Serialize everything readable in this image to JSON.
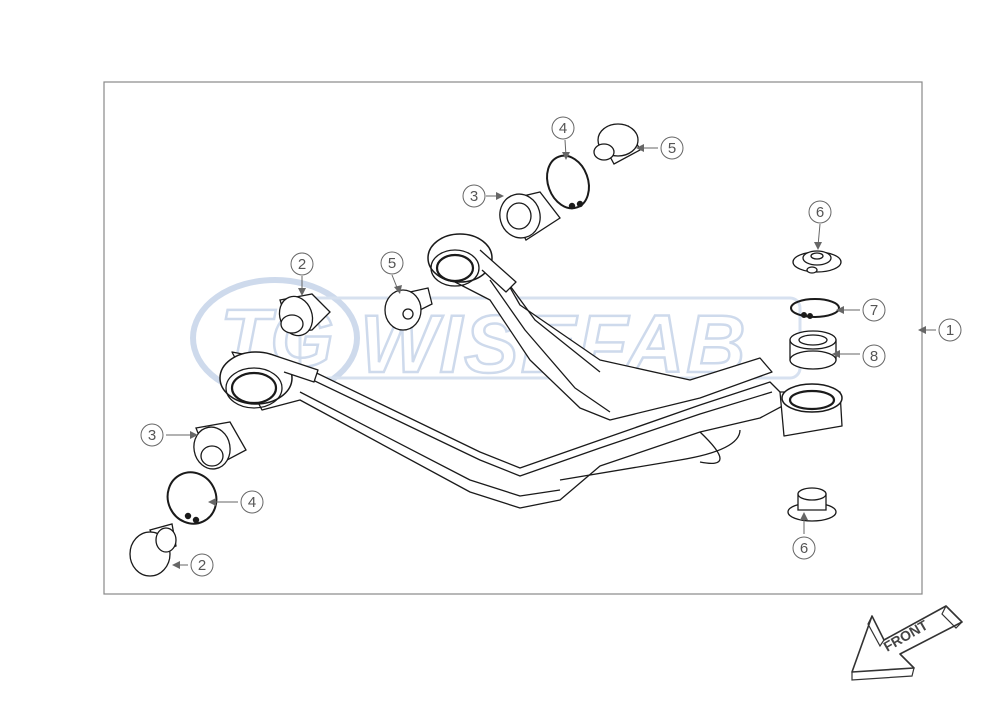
{
  "watermark": {
    "text": "WISEFAB",
    "badge": "TG",
    "color": "#c9d6ea"
  },
  "callouts": {
    "c1": "1",
    "c2a": "2",
    "c2b": "2",
    "c3a": "3",
    "c3b": "3",
    "c4a": "4",
    "c4b": "4",
    "c5a": "5",
    "c5b": "5",
    "c6a": "6",
    "c6b": "6",
    "c7": "7",
    "c8": "8"
  },
  "front_label": "FRONT",
  "colors": {
    "line": "#1a1a1a",
    "frame": "#888888",
    "callout": "#666666"
  }
}
